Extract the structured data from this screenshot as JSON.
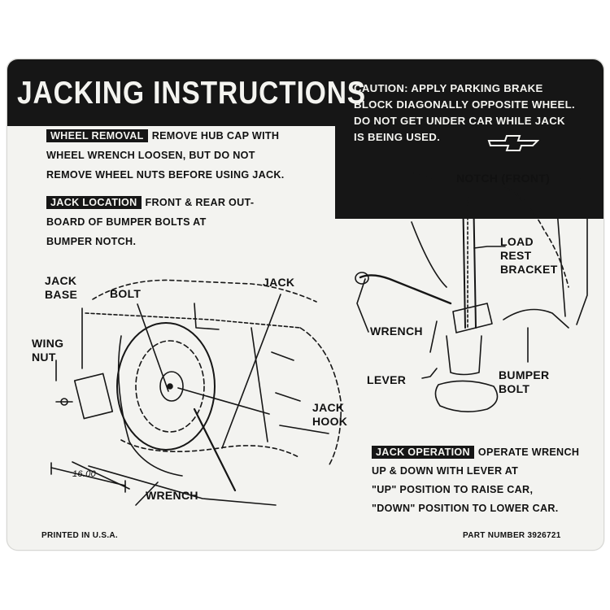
{
  "title": "JACKING INSTRUCTIONS",
  "caution": [
    "CAUTION: APPLY PARKING BRAKE",
    "BLOCK DIAGONALLY OPPOSITE WHEEL.",
    "DO NOT GET UNDER CAR WHILE JACK",
    "IS BEING USED."
  ],
  "wheel_removal": {
    "heading": "WHEEL REMOVAL",
    "lines": [
      "REMOVE HUB CAP WITH",
      "WHEEL WRENCH LOOSEN, BUT DO NOT",
      "REMOVE WHEEL NUTS BEFORE USING JACK."
    ]
  },
  "jack_location": {
    "heading": "JACK LOCATION",
    "lines": [
      "FRONT & REAR OUT-",
      "BOARD OF BUMPER BOLTS AT",
      "BUMPER NOTCH."
    ]
  },
  "jack_operation": {
    "heading": "JACK OPERATION",
    "lines": [
      "OPERATE WRENCH",
      "UP & DOWN WITH LEVER AT",
      "\"UP\" POSITION TO RAISE CAR,",
      "\"DOWN\" POSITION TO LOWER CAR."
    ]
  },
  "left_labels": {
    "jack_base": [
      "JACK",
      "BASE"
    ],
    "bolt": "BOLT",
    "jack": "JACK",
    "wing_nut": [
      "WING",
      "NUT"
    ],
    "jack_hook": [
      "JACK",
      "HOOK"
    ],
    "wrench": "WRENCH",
    "dimension": "16.00"
  },
  "right_labels": {
    "notch": "NOTCH (FRONT)",
    "load_rest_bracket": [
      "LOAD",
      "REST",
      "BRACKET"
    ],
    "wrench": "WRENCH",
    "lever": "LEVER",
    "bumper_bolt": [
      "BUMPER",
      "BOLT"
    ]
  },
  "footer": {
    "printed": "PRINTED IN U.S.A.",
    "part_number": "PART NUMBER 3926721"
  },
  "colors": {
    "ink": "#161616",
    "paper": "#f3f3f0"
  }
}
